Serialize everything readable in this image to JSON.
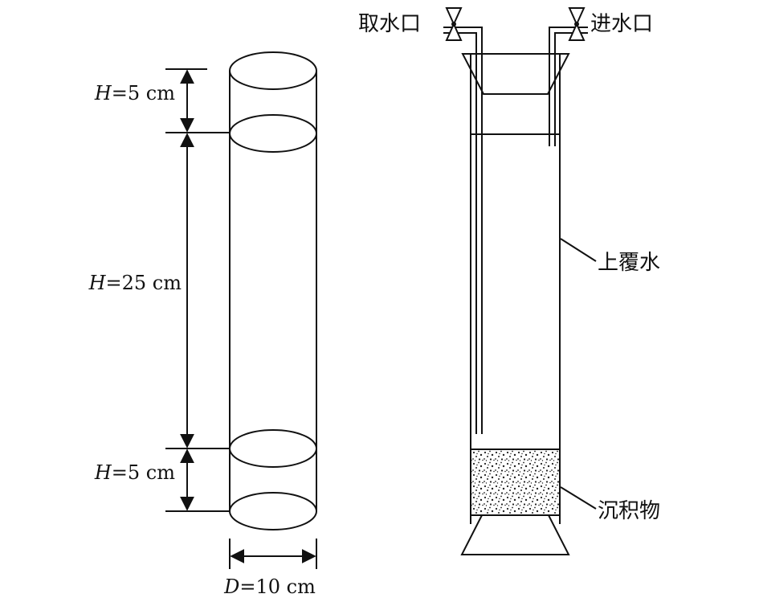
{
  "left_cylinder": {
    "dim_top": {
      "var": "H",
      "rest": "=5 cm"
    },
    "dim_middle": {
      "var": "H",
      "rest": "=25 cm"
    },
    "dim_bottom": {
      "var": "H",
      "rest": "=5 cm"
    },
    "dim_diameter": {
      "var": "D",
      "rest": "=10 cm"
    }
  },
  "right_column": {
    "outlet_label": "取水口",
    "inlet_label": "进水口",
    "water_label": "上覆水",
    "sediment_label": "沉积物"
  }
}
